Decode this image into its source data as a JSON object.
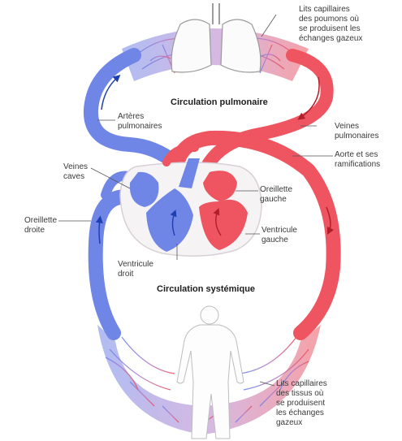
{
  "titles": {
    "pulmonary": "Circulation pulmonaire",
    "systemic": "Circulation systémique"
  },
  "labels": {
    "lung_capillaries": "Lits capillaires\ndes poumons où\nse produisent les\néchanges gazeux",
    "pulmonary_arteries": "Artères\npulmonaires",
    "pulmonary_veins": "Veines\npulmonaires",
    "aorta": "Aorte et ses\nramifications",
    "venae_cavae": "Veines\ncaves",
    "left_atrium": "Oreillette\ngauche",
    "right_atrium": "Oreillette\ndroite",
    "left_ventricle": "Ventricule\ngauche",
    "right_ventricle": "Ventricule\ndroit",
    "tissue_capillaries": "Lits capillaires\ndes tissus où\nse produisent\nles échanges\ngazeux"
  },
  "colors": {
    "oxygenated": "#ee5560",
    "deoxygenated": "#6f86e6",
    "capillary_mix": "#b47fcc",
    "heart_outline": "#d8d0d6",
    "leader_line": "#555555"
  }
}
